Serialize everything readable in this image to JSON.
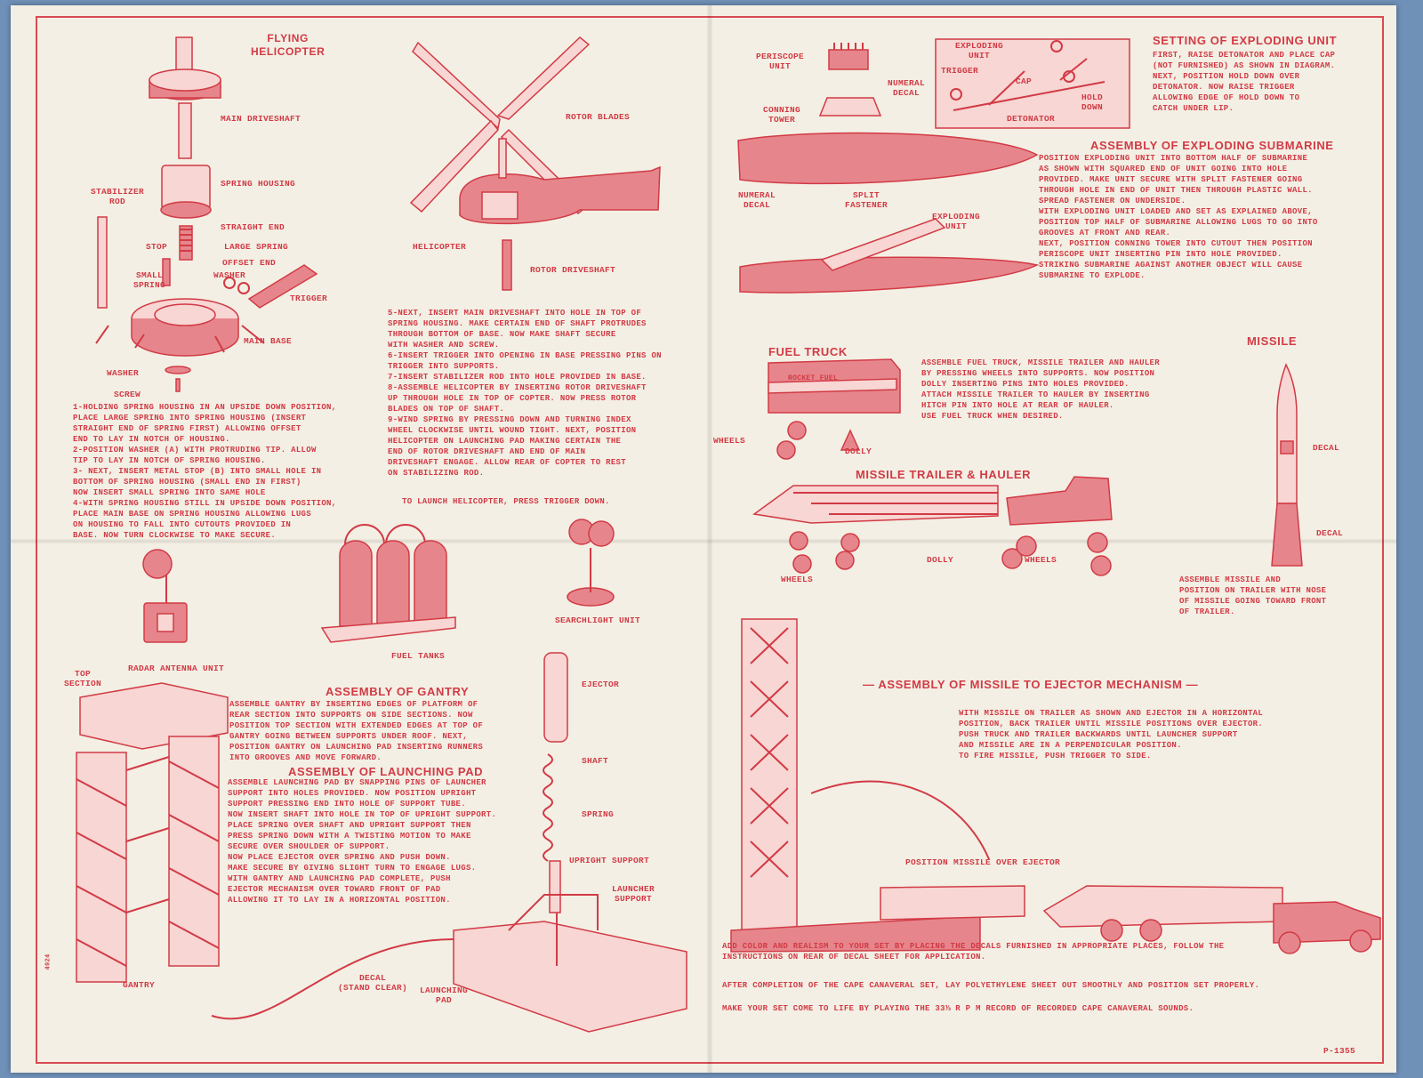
{
  "helicopter": {
    "title": "FLYING\nHELICOPTER",
    "labels": {
      "main_driveshaft": "MAIN DRIVESHAFT",
      "spring_housing": "SPRING HOUSING",
      "stabilizer_rod": "STABILIZER\nROD",
      "straight_end": "STRAIGHT END",
      "stop": "STOP",
      "large_spring": "LARGE SPRING",
      "offset_end": "OFFSET END",
      "small_spring": "SMALL\nSPRING",
      "washer_top": "WASHER",
      "trigger": "TRIGGER",
      "main_base": "MAIN BASE",
      "washer_bottom": "WASHER",
      "screw": "SCREW",
      "rotor_blades": "ROTOR BLADES",
      "helicopter": "HELICOPTER",
      "rotor_driveshaft": "ROTOR DRIVESHAFT"
    },
    "steps_left": "1-HOLDING SPRING HOUSING IN AN UPSIDE DOWN POSITION,\n  PLACE LARGE SPRING INTO SPRING HOUSING (INSERT\n  STRAIGHT END OF SPRING FIRST) ALLOWING OFFSET\n  END TO LAY IN NOTCH OF HOUSING.\n2-POSITION WASHER (A) WITH PROTRUDING TIP. ALLOW\n  TIP TO LAY IN NOTCH OF SPRING HOUSING.\n3- NEXT, INSERT METAL STOP (B) INTO SMALL HOLE IN\n  BOTTOM OF SPRING HOUSING (SMALL END IN FIRST)\n  NOW INSERT SMALL SPRING INTO SAME HOLE\n4-WITH SPRING HOUSING STILL IN UPSIDE DOWN POSITION,\n  PLACE MAIN BASE ON SPRING HOUSING ALLOWING LUGS\n  ON HOUSING TO FALL INTO CUTOUTS PROVIDED IN\n  BASE. NOW TURN CLOCKWISE TO MAKE SECURE.",
    "steps_right": "5-NEXT, INSERT MAIN DRIVESHAFT INTO HOLE IN TOP OF\n  SPRING HOUSING. MAKE CERTAIN END OF SHAFT PROTRUDES\n  THROUGH BOTTOM OF BASE. NOW MAKE SHAFT SECURE\n  WITH WASHER AND SCREW.\n6-INSERT TRIGGER INTO OPENING IN BASE PRESSING PINS ON\n  TRIGGER INTO SUPPORTS.\n7-INSERT STABILIZER ROD INTO HOLE PROVIDED IN BASE.\n8-ASSEMBLE HELICOPTER BY INSERTING ROTOR DRIVESHAFT\n  UP THROUGH HOLE IN TOP OF COPTER. NOW PRESS ROTOR\n  BLADES ON TOP OF SHAFT.\n9-WIND SPRING BY PRESSING DOWN AND TURNING INDEX\n  WHEEL CLOCKWISE UNTIL WOUND TIGHT. NEXT, POSITION\n  HELICOPTER ON LAUNCHING PAD MAKING CERTAIN THE\n  END OF ROTOR DRIVESHAFT AND END OF MAIN\n  DRIVESHAFT ENGAGE. ALLOW REAR OF COPTER TO REST\n  ON STABILIZING ROD.",
    "launch_note": "TO LAUNCH HELICOPTER, PRESS TRIGGER DOWN."
  },
  "accessories": {
    "radar": "RADAR ANTENNA UNIT",
    "fuel_tanks": "FUEL TANKS",
    "searchlight": "SEARCHLIGHT UNIT"
  },
  "submarine": {
    "periscope": "PERISCOPE\nUNIT",
    "conning_tower": "CONNING\nTOWER",
    "numeral_decal_top": "NUMERAL\nDECAL",
    "numeral_decal_left": "NUMERAL\nDECAL",
    "split_fastener": "SPLIT\nFASTENER",
    "exploding_unit": "EXPLODING\nUNIT",
    "inset_labels": {
      "exploding_unit": "EXPLODING\nUNIT",
      "trigger": "TRIGGER",
      "cap": "CAP",
      "hold_down": "HOLD\nDOWN",
      "detonator": "DETONATOR"
    },
    "setting_title": "SETTING OF EXPLODING UNIT",
    "setting_text": "FIRST, RAISE DETONATOR AND PLACE CAP\n(NOT FURNISHED) AS SHOWN IN DIAGRAM.\nNEXT, POSITION HOLD DOWN OVER\nDETONATOR. NOW RAISE TRIGGER\nALLOWING EDGE OF HOLD DOWN TO\nCATCH UNDER LIP.",
    "assembly_title": "ASSEMBLY OF EXPLODING SUBMARINE",
    "assembly_text": "POSITION EXPLODING UNIT INTO BOTTOM HALF OF SUBMARINE\nAS SHOWN WITH SQUARED END OF UNIT GOING INTO HOLE\nPROVIDED. MAKE UNIT SECURE WITH SPLIT FASTENER GOING\nTHROUGH HOLE IN END OF UNIT THEN THROUGH PLASTIC WALL.\nSPREAD FASTENER ON UNDERSIDE.\nWITH EXPLODING UNIT LOADED AND SET AS EXPLAINED ABOVE,\nPOSITION TOP HALF OF SUBMARINE ALLOWING LUGS TO GO INTO\nGROOVES AT FRONT AND REAR.\nNEXT, POSITION CONNING TOWER INTO CUTOUT THEN POSITION\nPERISCOPE UNIT INSERTING PIN INTO HOLE PROVIDED.\nSTRIKING SUBMARINE AGAINST ANOTHER OBJECT WILL CAUSE\nSUBMARINE TO EXPLODE."
  },
  "vehicles": {
    "fuel_truck_title": "FUEL TRUCK",
    "rocket_fuel": "ROCKET FUEL",
    "wheels": "WHEELS",
    "dolly": "DOLLY",
    "fuel_text": "ASSEMBLE FUEL TRUCK, MISSILE TRAILER AND HAULER\nBY PRESSING WHEELS INTO SUPPORTS. NOW POSITION\nDOLLY INSERTING PINS INTO HOLES PROVIDED.\nATTACH MISSILE TRAILER TO HAULER BY INSERTING\nHITCH PIN INTO HOLE AT REAR OF HAULER.\nUSE FUEL TRUCK WHEN DESIRED.",
    "trailer_title": "MISSILE TRAILER & HAULER",
    "trailer_wheels": "WHEELS",
    "trailer_dolly": "DOLLY",
    "hauler_wheels": "WHEELS",
    "missile_title": "MISSILE",
    "decal1": "DECAL",
    "decal2": "DECAL",
    "missile_text": "ASSEMBLE MISSILE AND\nPOSITION ON TRAILER WITH NOSE\nOF MISSILE GOING TOWARD FRONT\nOF TRAILER."
  },
  "gantry": {
    "top_section": "TOP\nSECTION",
    "gantry_title": "ASSEMBLY OF GANTRY",
    "gantry_text": "ASSEMBLE GANTRY BY INSERTING EDGES OF PLATFORM OF\nREAR SECTION INTO SUPPORTS ON SIDE SECTIONS. NOW\nPOSITION TOP SECTION WITH EXTENDED EDGES AT TOP OF\nGANTRY GOING BETWEEN SUPPORTS UNDER ROOF. NEXT,\nPOSITION GANTRY ON LAUNCHING PAD INSERTING RUNNERS\nINTO GROOVES AND MOVE FORWARD.",
    "pad_title": "ASSEMBLY OF LAUNCHING PAD",
    "pad_text": "ASSEMBLE LAUNCHING PAD BY SNAPPING PINS OF LAUNCHER\nSUPPORT INTO HOLES PROVIDED. NOW POSITION UPRIGHT\nSUPPORT PRESSING END INTO HOLE OF SUPPORT TUBE.\nNOW INSERT SHAFT INTO HOLE IN TOP OF UPRIGHT SUPPORT.\nPLACE SPRING OVER SHAFT AND UPRIGHT SUPPORT THEN\nPRESS SPRING DOWN WITH A TWISTING MOTION TO MAKE\nSECURE OVER SHOULDER OF SUPPORT.\nNOW PLACE EJECTOR OVER SPRING AND PUSH DOWN.\nMAKE SECURE BY GIVING SLIGHT TURN TO ENGAGE LUGS.\nWITH GANTRY AND LAUNCHING PAD COMPLETE, PUSH\nEJECTOR MECHANISM OVER TOWARD FRONT OF PAD\nALLOWING IT TO LAY IN A HORIZONTAL POSITION.",
    "ejector": "EJECTOR",
    "shaft": "SHAFT",
    "spring": "SPRING",
    "upright_support": "UPRIGHT SUPPORT",
    "launcher_support": "LAUNCHER\nSUPPORT",
    "gantry_label": "GANTRY",
    "decal": "DECAL\n(STAND CLEAR)",
    "launching_pad": "LAUNCHING\nPAD",
    "code": "4924"
  },
  "ejector": {
    "title": "ASSEMBLY OF MISSILE TO EJECTOR MECHANISM",
    "text": "WITH MISSILE ON TRAILER AS SHOWN AND EJECTOR IN A HORIZONTAL\nPOSITION, BACK TRAILER UNTIL MISSILE POSITIONS OVER EJECTOR.\nPUSH TRUCK AND TRAILER BACKWARDS UNTIL LAUNCHER SUPPORT\nAND MISSILE ARE IN A PERPENDICULAR POSITION.\nTO FIRE MISSILE, PUSH TRIGGER TO SIDE.",
    "position_label": "POSITION MISSILE OVER EJECTOR"
  },
  "footer": {
    "decals_note": "ADD COLOR AND REALISM TO YOUR SET BY PLACING THE DECALS FURNISHED IN APPROPRIATE PLACES, FOLLOW THE\nINSTRUCTIONS ON REAR OF DECAL SHEET FOR APPLICATION.",
    "sheet_note": "AFTER COMPLETION OF THE CAPE CANAVERAL SET, LAY POLYETHYLENE SHEET OUT SMOOTHLY AND POSITION SET PROPERLY.",
    "record_note": "MAKE YOUR SET COME TO LIFE BY PLAYING THE 33⅓ R P M RECORD OF RECORDED CAPE CANAVERAL SOUNDS.",
    "part_number": "P-1355"
  },
  "colors": {
    "ink": "#d23a45",
    "paper": "#f3efe4",
    "background": "#6f90b7"
  }
}
